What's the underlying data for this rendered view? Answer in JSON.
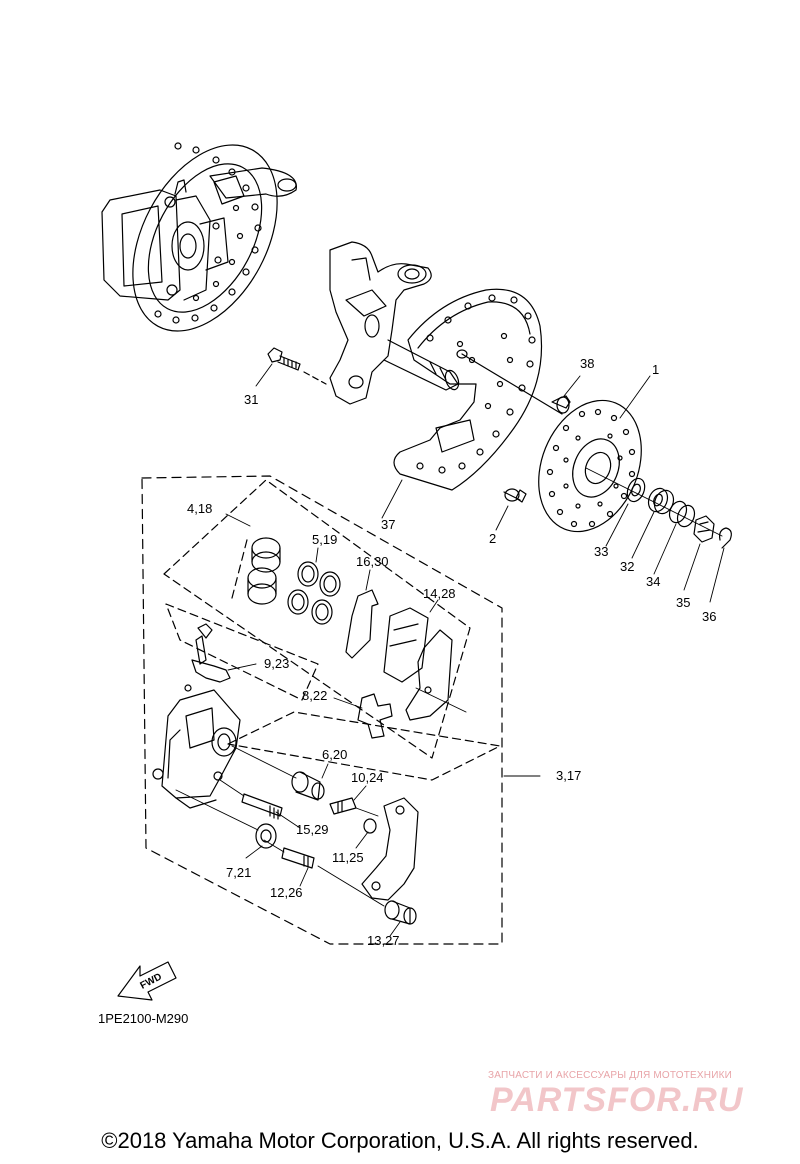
{
  "diagram": {
    "part_labels": [
      {
        "id": "31",
        "text": "31"
      },
      {
        "id": "38",
        "text": "38"
      },
      {
        "id": "1",
        "text": "1"
      },
      {
        "id": "2",
        "text": "2"
      },
      {
        "id": "37",
        "text": "37"
      },
      {
        "id": "33",
        "text": "33"
      },
      {
        "id": "32",
        "text": "32"
      },
      {
        "id": "34",
        "text": "34"
      },
      {
        "id": "35",
        "text": "35"
      },
      {
        "id": "36",
        "text": "36"
      },
      {
        "id": "4_18",
        "text": "4,18"
      },
      {
        "id": "5_19",
        "text": "5,19"
      },
      {
        "id": "16_30",
        "text": "16,30"
      },
      {
        "id": "14_28",
        "text": "14,28"
      },
      {
        "id": "9_23",
        "text": "9,23"
      },
      {
        "id": "8_22",
        "text": "8,22"
      },
      {
        "id": "6_20",
        "text": "6,20"
      },
      {
        "id": "10_24",
        "text": "10,24"
      },
      {
        "id": "3_17",
        "text": "3,17"
      },
      {
        "id": "15_29",
        "text": "15,29"
      },
      {
        "id": "7_21",
        "text": "7,21"
      },
      {
        "id": "11_25",
        "text": "11,25"
      },
      {
        "id": "12_26",
        "text": "12,26"
      },
      {
        "id": "13_27",
        "text": "13,27"
      }
    ],
    "fwd_arrow_label": "FWD",
    "diagram_code": "1PE2100-M290",
    "copyright": "©2018 Yamaha Motor Corporation, U.S.A. All rights reserved.",
    "watermark": {
      "tagline": "ЗАПЧАСТИ И АКСЕССУАРЫ ДЛЯ МОТОТЕХНИКИ",
      "brand": "PARTSFOR.RU",
      "color": "#e8a4a8"
    }
  }
}
